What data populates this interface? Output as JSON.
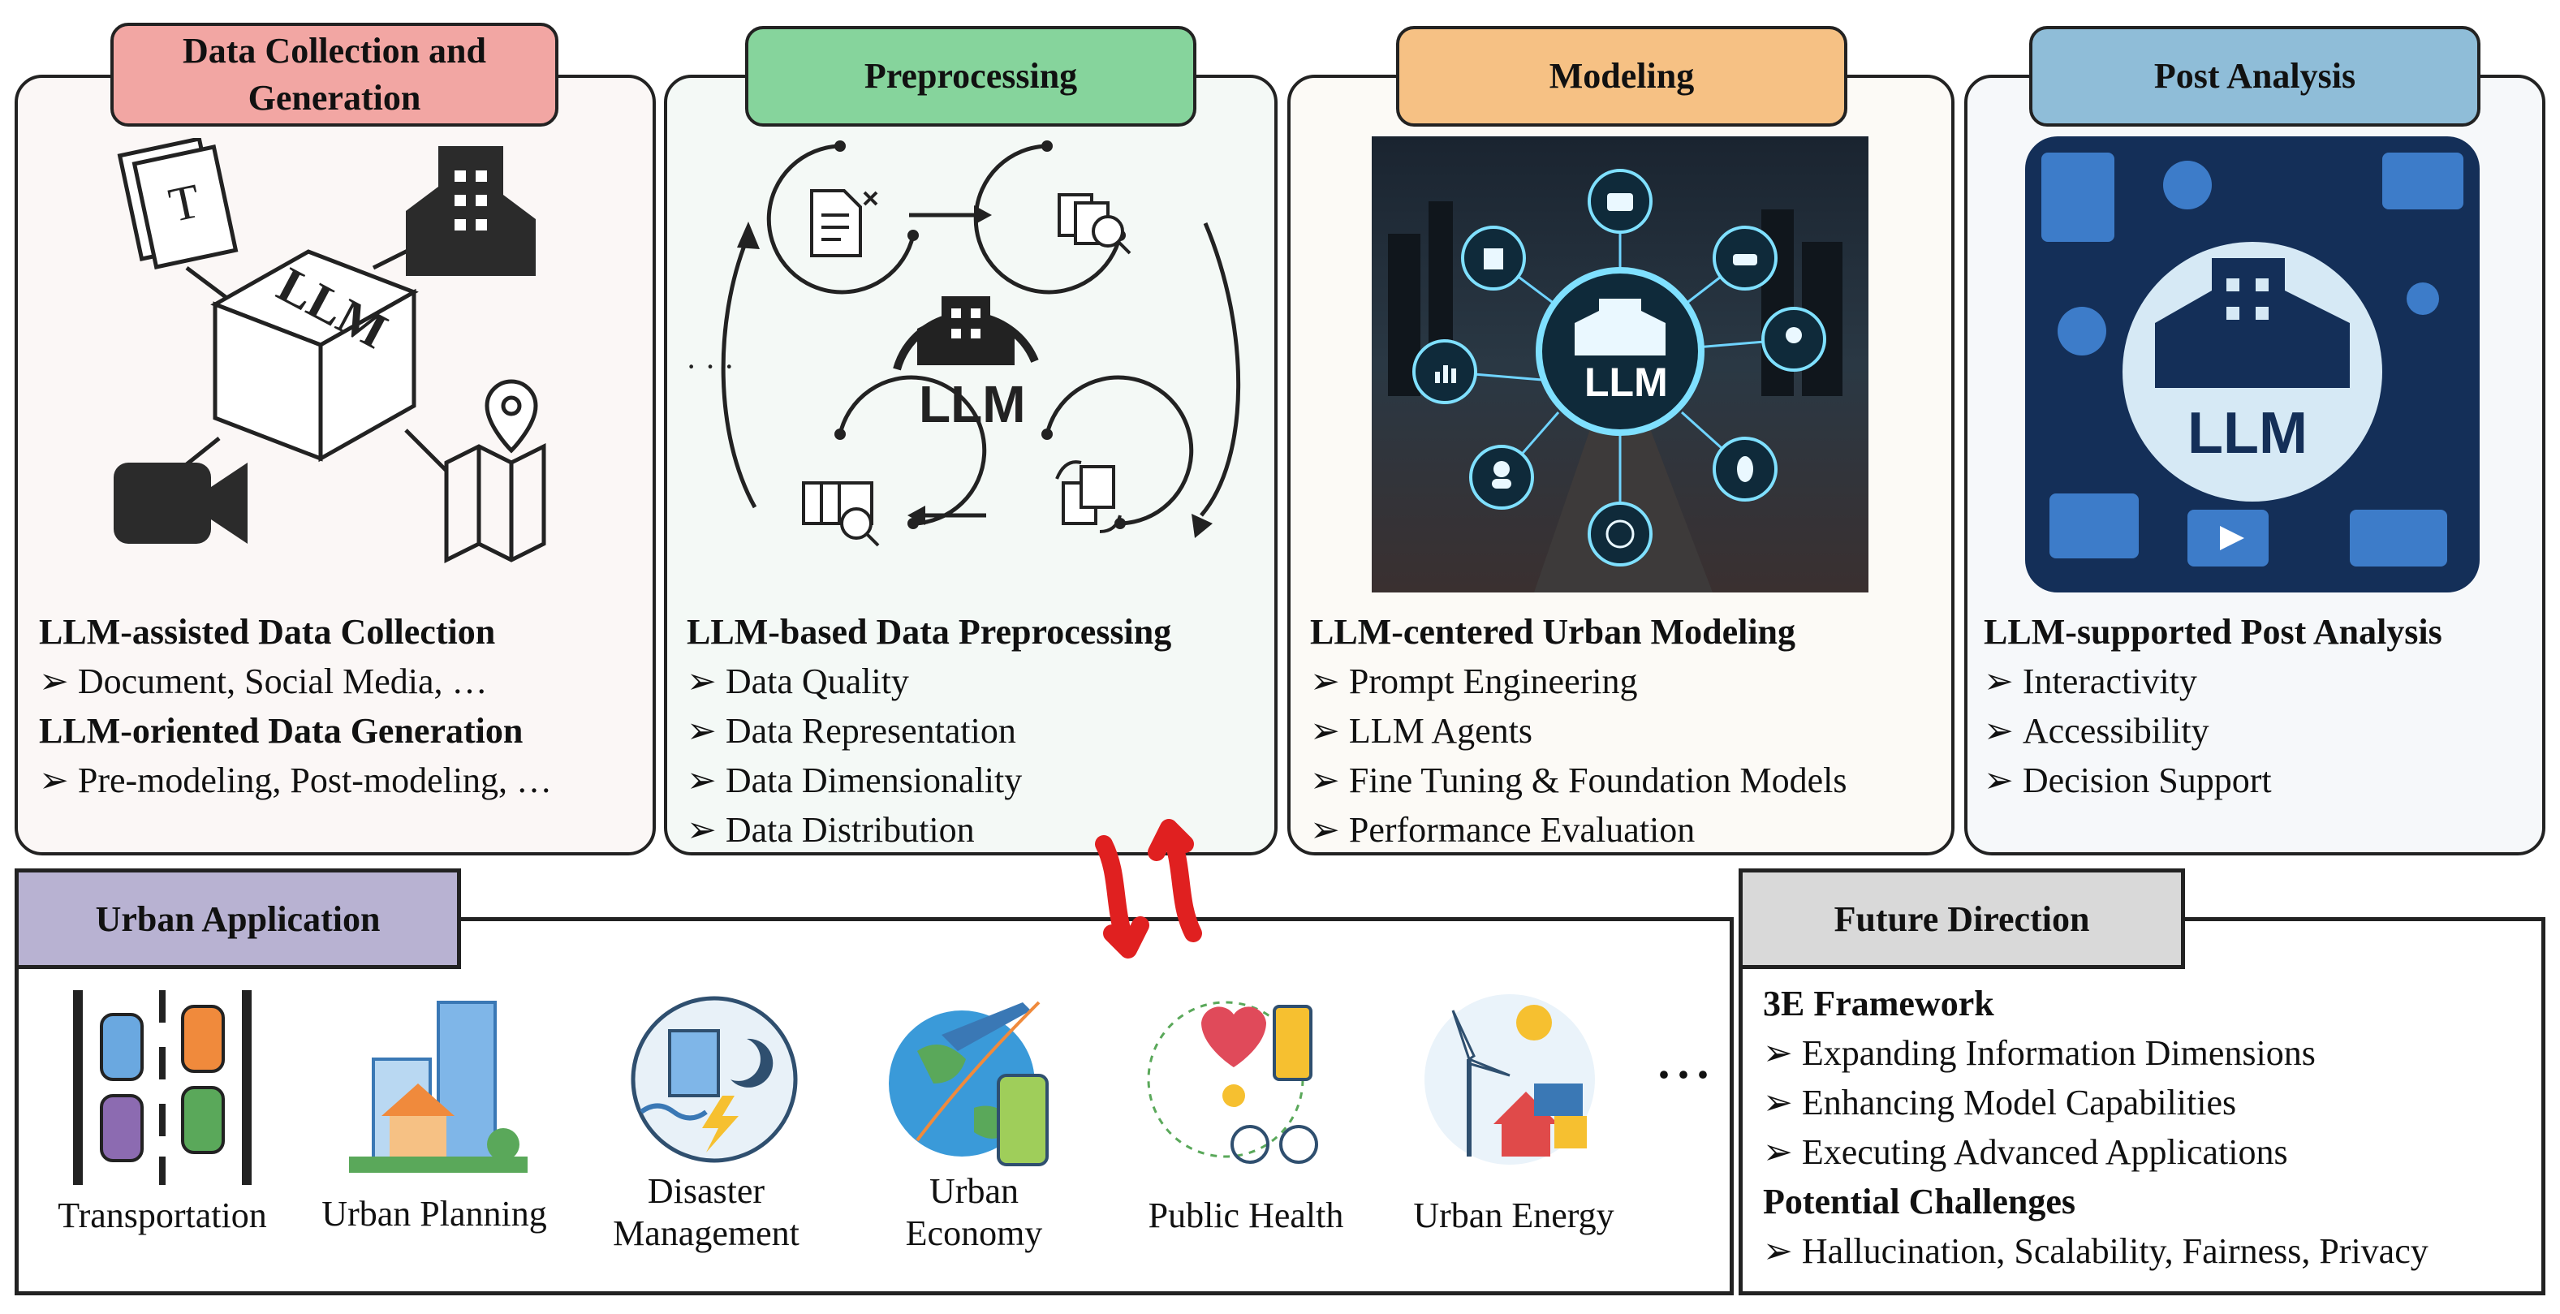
{
  "stages": [
    {
      "tab": "Data Collection and Generation",
      "lines": [
        {
          "text": "LLM-assisted Data Collection",
          "bold": true
        },
        {
          "text": "Document, Social Media, …",
          "bullet": true
        },
        {
          "text": "LLM-oriented Data Generation",
          "bold": true
        },
        {
          "text": "Pre-modeling, Post-modeling, …",
          "bullet": true
        }
      ],
      "illustration": {
        "cube_label": "LLM"
      }
    },
    {
      "tab": "Preprocessing",
      "lines": [
        {
          "text": "LLM-based Data Preprocessing",
          "bold": true
        },
        {
          "text": "Data Quality",
          "bullet": true
        },
        {
          "text": "Data Representation",
          "bullet": true
        },
        {
          "text": "Data Dimensionality",
          "bullet": true
        },
        {
          "text": "Data Distribution",
          "bullet": true
        }
      ],
      "illustration": {
        "center_label": "LLM",
        "ellipsis": "· · ·"
      }
    },
    {
      "tab": "Modeling",
      "lines": [
        {
          "text": "LLM-centered Urban Modeling",
          "bold": true
        },
        {
          "text": "Prompt Engineering",
          "bullet": true
        },
        {
          "text": "LLM Agents",
          "bullet": true
        },
        {
          "text": "Fine Tuning & Foundation Models",
          "bullet": true
        },
        {
          "text": "Performance Evaluation",
          "bullet": true
        }
      ],
      "illustration": {
        "center_label": "LLM"
      }
    },
    {
      "tab": "Post Analysis",
      "lines": [
        {
          "text": "LLM-supported Post Analysis",
          "bold": true
        },
        {
          "text": "Interactivity",
          "bullet": true
        },
        {
          "text": "Accessibility",
          "bullet": true
        },
        {
          "text": "Decision Support",
          "bullet": true
        }
      ],
      "illustration": {
        "center_label": "LLM"
      }
    }
  ],
  "urban_application": {
    "tab": "Urban Application",
    "items": [
      {
        "label": "Transportation",
        "icon": "road-cars-icon"
      },
      {
        "label": "Urban Planning",
        "icon": "city-buildings-icon"
      },
      {
        "label": "Disaster Management",
        "icon": "disaster-icon"
      },
      {
        "label": "Urban Economy",
        "icon": "globe-travel-icon"
      },
      {
        "label": "Public Health",
        "icon": "health-icon"
      },
      {
        "label": "Urban Energy",
        "icon": "wind-solar-icon"
      }
    ],
    "ellipsis": "···"
  },
  "future_direction": {
    "tab": "Future Direction",
    "lines": [
      {
        "text": "3E Framework",
        "bold": true
      },
      {
        "text": "Expanding Information Dimensions",
        "bullet": true
      },
      {
        "text": "Enhancing Model Capabilities",
        "bullet": true
      },
      {
        "text": "Executing Advanced Applications",
        "bullet": true
      },
      {
        "text": "Potential Challenges",
        "bold": true
      },
      {
        "text": "Hallucination, Scalability, Fairness, Privacy",
        "bullet": true
      }
    ]
  },
  "colors": {
    "collection_tab": "#f2a6a3",
    "preprocessing_tab": "#86d49c",
    "modeling_tab": "#f6c184",
    "post_analysis_tab": "#8fbdd8",
    "urban_application_tab": "#b8b2d2",
    "future_direction_tab": "#d9d9d9",
    "exchange_arrows": "#e02020"
  }
}
